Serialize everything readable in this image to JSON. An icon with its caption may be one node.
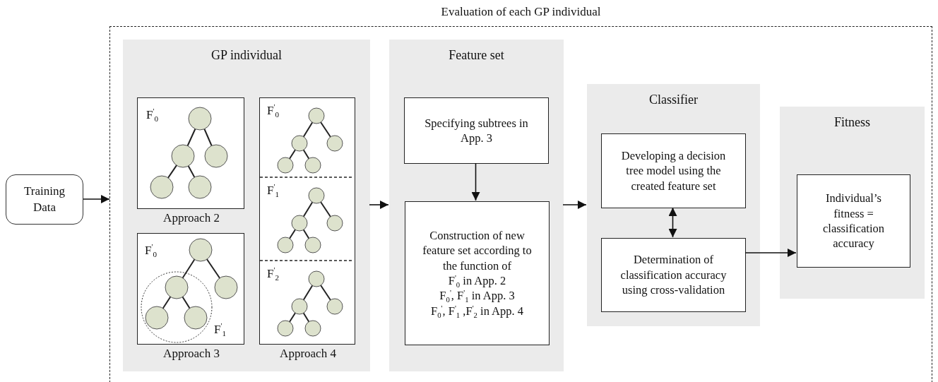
{
  "diagram": {
    "nodes": [
      {
        "text": [
          "Evaluation of each GP individual"
        ]
      },
      {
        "text": [
          "Training Data"
        ]
      },
      {
        "text": [
          "GP individual"
        ],
        "in": 0
      },
      {
        "text": [
          "F$^{'}$$_{0}$"
        ],
        "beside": [
          "Approach 2"
        ],
        "in": 2
      },
      {
        "text": [
          "F$^{'}$$_{0}$",
          "F$^{'}$$_{1}$"
        ],
        "beside": [
          "Approach 3"
        ],
        "in": 2
      },
      {
        "text": [
          "F$^{'}$$_{0}$",
          "F$^{'}$$_{1}$",
          "F$^{'}$$_{2}$"
        ],
        "beside": [
          "Approach 4"
        ],
        "in": 2
      },
      {
        "text": [
          "Feature set"
        ],
        "in": 0
      },
      {
        "text": [
          "Specifying subtrees in App. 3"
        ],
        "in": 6
      },
      {
        "text": [
          "Construction of new feature set according to the function of",
          "F$^{'}$$_{0}$ in App. 2",
          "F$_{0}$$^{'}$, F$^{'}$$_{1}$ in App. 3",
          "F$_{0}$$^{'}$, F$^{'}$$_{1}$ ,F$^{'}$$_{2}$ in App. 4"
        ],
        "in": 6
      },
      {
        "text": [
          "Classifier"
        ],
        "in": 0
      },
      {
        "text": [
          "Developing a decision tree model using the created feature set"
        ],
        "in": 9
      },
      {
        "text": [
          "Determination of classification accuracy using cross-validation"
        ],
        "in": 9
      },
      {
        "text": [
          "Fitness"
        ],
        "in": 0
      },
      {
        "text": [
          "Individual’s fitness = classification accuracy"
        ],
        "in": 12
      }
    ],
    "edges": [
      {
        "from": 1,
        "to": 0,
        "arrow": "to"
      },
      {
        "from": 2,
        "to": 6,
        "arrow": "to"
      },
      {
        "from": 7,
        "to": 8,
        "arrow": "to"
      },
      {
        "from": 6,
        "to": 9,
        "arrow": "to"
      },
      {
        "from": 10,
        "to": 11,
        "arrow": "both"
      },
      {
        "from": 11,
        "to": 13,
        "arrow": "to"
      }
    ]
  }
}
